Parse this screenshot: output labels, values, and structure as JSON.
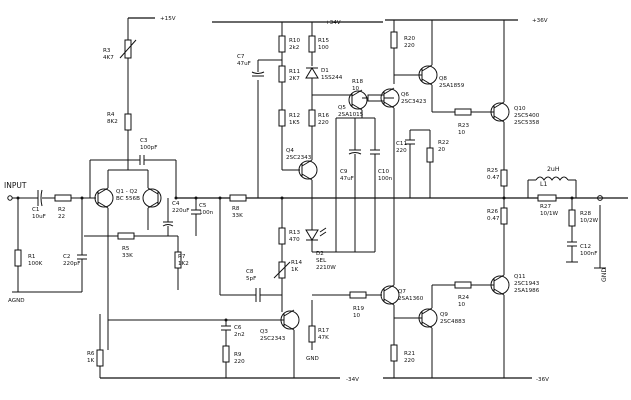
{
  "rails": {
    "plus15": "+15V",
    "plus34": "+34V",
    "minus34": "-34V",
    "plus36": "+36V",
    "minus36": "-36V"
  },
  "io": {
    "input": "INPUT",
    "agnd": "AGND",
    "gnd_d2": "GND",
    "gnd_out": "GND"
  },
  "parts": {
    "R1": {
      "ref": "R1",
      "val": "100K"
    },
    "R2": {
      "ref": "R2",
      "val": "22"
    },
    "C1": {
      "ref": "C1",
      "val": "10uF"
    },
    "C2": {
      "ref": "C2",
      "val": "220pF"
    },
    "R3": {
      "ref": "R3",
      "val": "4K7"
    },
    "R4": {
      "ref": "R4",
      "val": "8K2"
    },
    "C3": {
      "ref": "C3",
      "val": "100pF"
    },
    "Q1": {
      "ref": "Q1 - Q2",
      "val": "BC 556B"
    },
    "R5": {
      "ref": "R5",
      "val": "33K"
    },
    "R6": {
      "ref": "R6",
      "val": "1K"
    },
    "R7": {
      "ref": "R7",
      "val": "1K2"
    },
    "C4": {
      "ref": "C4",
      "val": "220uF"
    },
    "C5": {
      "ref": "C5",
      "val": "100n"
    },
    "R8": {
      "ref": "R8",
      "val": "33K"
    },
    "C6": {
      "ref": "C6",
      "val": "2n2"
    },
    "R9": {
      "ref": "R9",
      "val": "220"
    },
    "Q3": {
      "ref": "Q3",
      "val": "2SC2343"
    },
    "C7": {
      "ref": "C7",
      "val": "47uF"
    },
    "R10": {
      "ref": "R10",
      "val": "2k2"
    },
    "R11": {
      "ref": "R11",
      "val": "2K7"
    },
    "R12": {
      "ref": "R12",
      "val": "1K5"
    },
    "R13": {
      "ref": "R13",
      "val": "470"
    },
    "R14": {
      "ref": "R14",
      "val": "1K"
    },
    "C8": {
      "ref": "C8",
      "val": "5pF"
    },
    "Q4": {
      "ref": "Q4",
      "val": "2SC2343"
    },
    "R15": {
      "ref": "R15",
      "val": "100"
    },
    "D1": {
      "ref": "D1",
      "val": "1SS244"
    },
    "R16": {
      "ref": "R16",
      "val": "220"
    },
    "Q5": {
      "ref": "Q5",
      "val": "2SA1015"
    },
    "D2": {
      "ref": "D2",
      "val": "SEL",
      "val2": "2210W"
    },
    "R17": {
      "ref": "R17",
      "val": "47K"
    },
    "R18": {
      "ref": "R18",
      "val": "10"
    },
    "C9": {
      "ref": "C9",
      "val": "47uF"
    },
    "C10": {
      "ref": "C10",
      "val": "100n"
    },
    "R19": {
      "ref": "R19",
      "val": "10"
    },
    "R20": {
      "ref": "R20",
      "val": "220"
    },
    "Q6": {
      "ref": "Q6",
      "val": "2SC3423"
    },
    "Q8": {
      "ref": "Q8",
      "val": "2SA1859"
    },
    "C11": {
      "ref": "C11",
      "val": "220"
    },
    "R22": {
      "ref": "R22",
      "val": "20"
    },
    "Q7": {
      "ref": "Q7",
      "val": "2SA1360"
    },
    "Q9": {
      "ref": "Q9",
      "val": "2SC4883"
    },
    "R21": {
      "ref": "R21",
      "val": "220"
    },
    "R23": {
      "ref": "R23",
      "val": "10"
    },
    "R24": {
      "ref": "R24",
      "val": "10"
    },
    "Q10": {
      "ref": "Q10",
      "val": "2SC5400",
      "val2": "2SC5358"
    },
    "Q11": {
      "ref": "Q11",
      "val": "2SC1943",
      "val2": "2SA1986"
    },
    "R25": {
      "ref": "R25",
      "val": "0.47"
    },
    "R26": {
      "ref": "R26",
      "val": "0.47"
    },
    "L1": {
      "ref": "L1",
      "val": "2uH"
    },
    "R27": {
      "ref": "R27",
      "val": "10/1W"
    },
    "R28": {
      "ref": "R28",
      "val": "10/2W"
    },
    "C12": {
      "ref": "C12",
      "val": "100nF"
    }
  }
}
